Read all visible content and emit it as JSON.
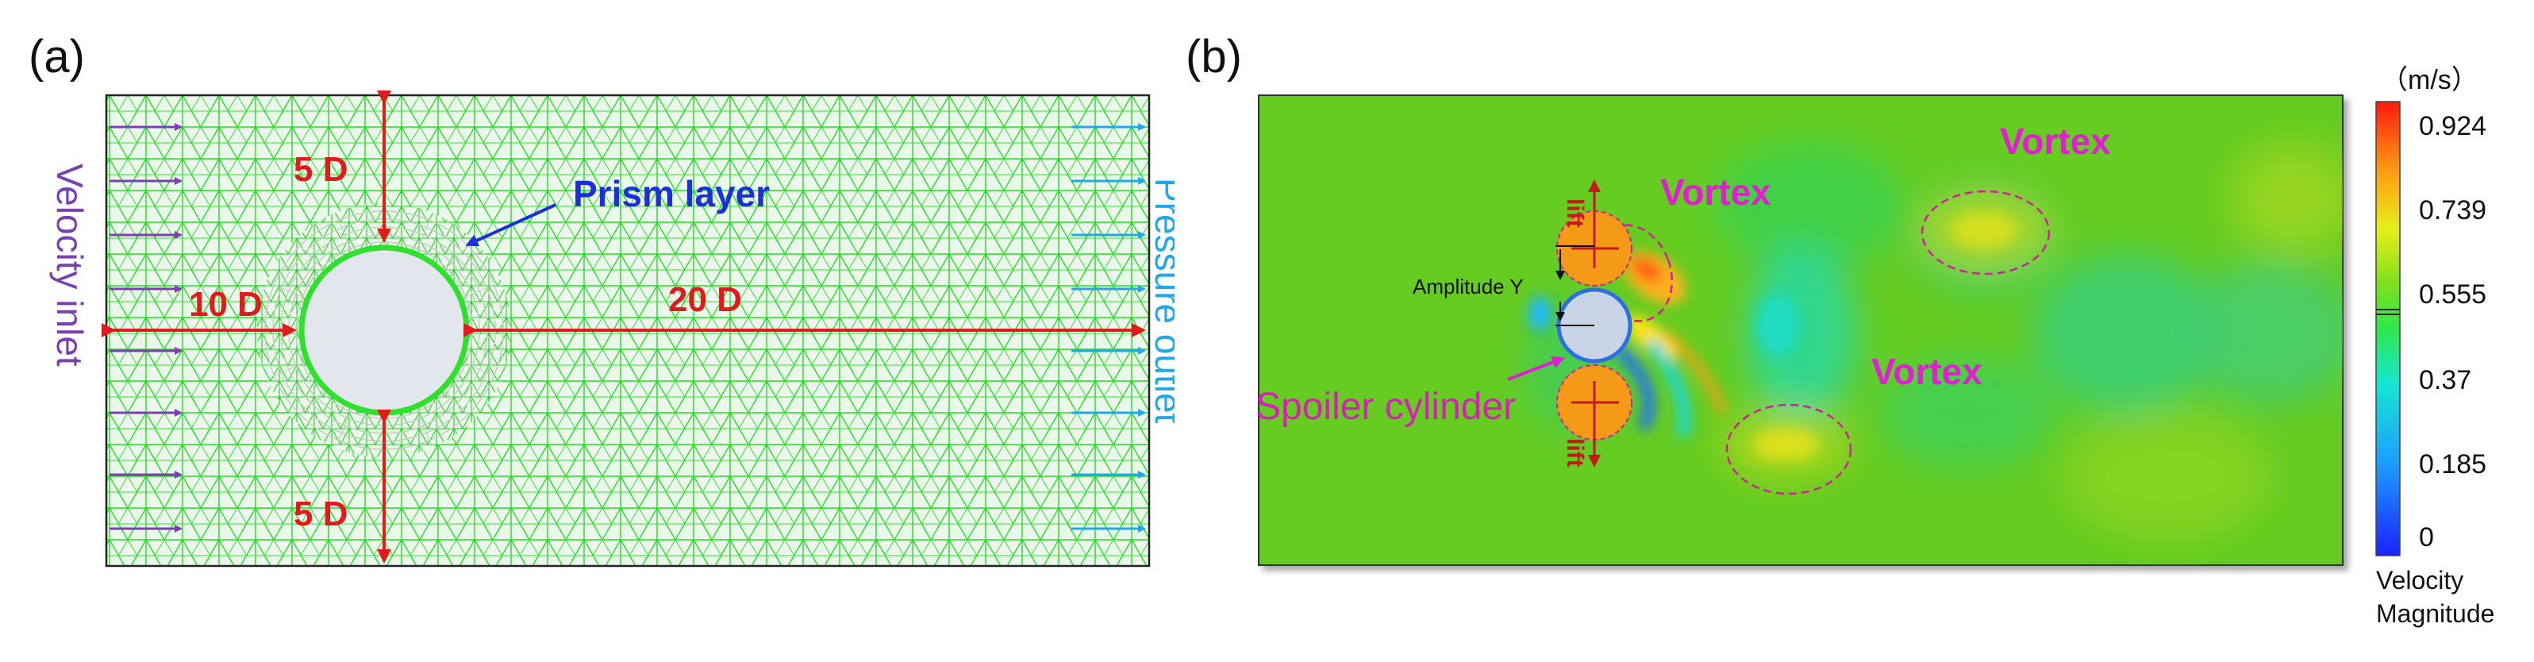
{
  "panel_a": {
    "label": "(a)",
    "inlet_label": "Velocity inlet",
    "outlet_label": "Pressure outlet",
    "dim_top": "5 D",
    "dim_bottom": "5 D",
    "dim_left": "10 D",
    "dim_right": "20 D",
    "prism_label": "Prism layer",
    "colors": {
      "mesh": "#22dd22",
      "inlet_arrow": "#7a3fb0",
      "outlet_arrow": "#22a8e8",
      "dimension": "#e01b1b",
      "prism_label": "#1c2fd8",
      "cylinder": "#e4e6ee"
    }
  },
  "panel_b": {
    "label": "(b)",
    "vortex_labels": [
      "Vortex",
      "Vortex",
      "Vortex"
    ],
    "spoiler_label": "Spoiler cylinder",
    "amplitude_label": "Amplitude Y",
    "lift_labels": [
      "lift",
      "lift"
    ],
    "colorbar": {
      "unit": "（m/s）",
      "ticks": [
        "0.924",
        "0.739",
        "0.555",
        "0.37",
        "0.185",
        "0"
      ],
      "title_line1": "Velocity",
      "title_line2": "Magnitude",
      "min": 0,
      "max": 0.924
    },
    "colors": {
      "background_flow": "#66cc22",
      "vortex_label": "#e020d0",
      "vortex_ellipse": "#d0209a",
      "spoiler_cylinder": "#f59a16",
      "main_cylinder": "#c9d4e6",
      "lift_arrow": "#c41a1a"
    }
  }
}
